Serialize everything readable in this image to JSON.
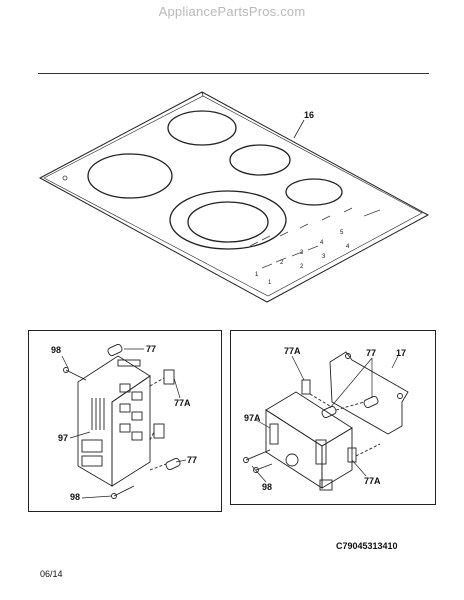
{
  "watermark": "AppliancePartsPros.com",
  "callouts": {
    "cooktop": "16",
    "bracket": "17",
    "screw": "98",
    "standoff": "77",
    "connector": "77A",
    "board_left": "97",
    "board_right": "97A"
  },
  "cooktop_panel_text": {
    "row1": [
      "1",
      "2",
      "3",
      "4",
      "5"
    ],
    "row2": [
      "1",
      "2",
      "3",
      "4"
    ]
  },
  "diagram_code": "C79045313410",
  "date_code": "06/14"
}
